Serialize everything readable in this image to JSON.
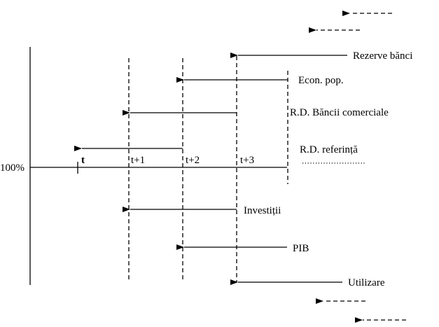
{
  "baseline_label": "100%",
  "time_ticks": [
    "t",
    "t+1",
    "t+2",
    "t+3"
  ],
  "labels": {
    "rezerve": "Rezerve bănci",
    "econ": "Econ. pop.",
    "rd_banca": "R.D. Băncii comerciale",
    "rd_ref": "R.D. referință",
    "investitii": "Investiții",
    "pib": "PIB",
    "utilizare": "Utilizare"
  },
  "colors": {
    "ink": "#000000",
    "background": "#ffffff"
  }
}
